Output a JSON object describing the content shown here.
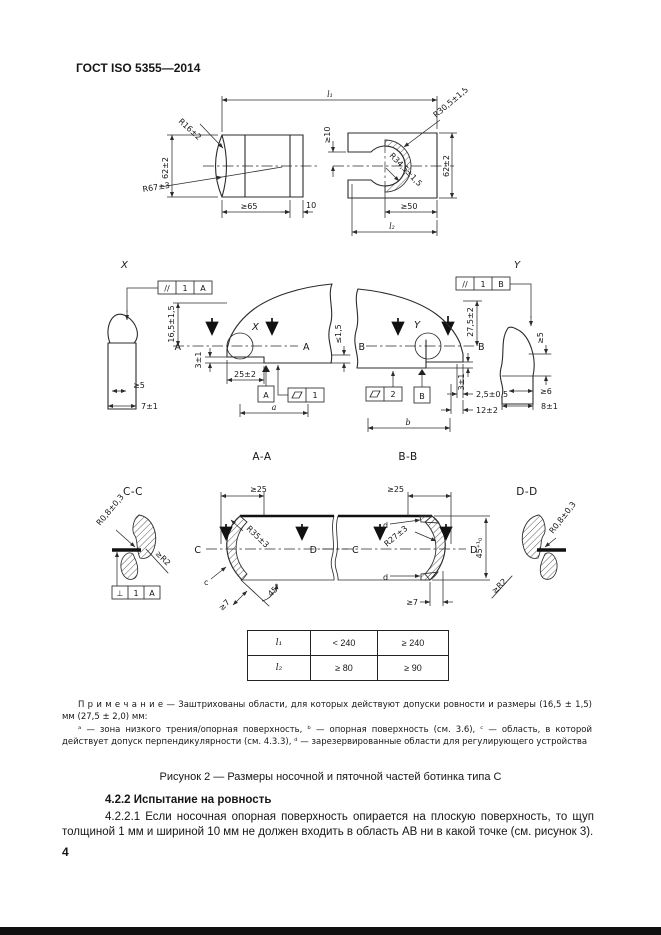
{
  "header": {
    "title": "ГОСТ ISO 5355—2014"
  },
  "figure": {
    "toe_plan": {
      "length": "l₁",
      "front_radius": "R16±2",
      "height": "62±2",
      "side_radius": "R67±3",
      "min_width": "≥65",
      "edge": "10"
    },
    "heel_plan": {
      "outer_radius": "R30,5±1,5",
      "inner_radius": "R34,5±1,5",
      "height": "62±2",
      "min_depth": "≥50",
      "length": "l₂",
      "slot": "≥10"
    },
    "toe_profile": {
      "title": "X",
      "gdt": [
        "//",
        "1",
        "A"
      ],
      "d1": "≥5",
      "d2": "7±1"
    },
    "toe_side": {
      "section_letter": "A",
      "detail_letter": "X",
      "lip_height": "16,5±1,5",
      "lip_length": "25±2",
      "step": "3±1",
      "datum": "A",
      "flatness_value": "1",
      "zone": "a",
      "sole_tol": "≤1,5"
    },
    "heel_side": {
      "section_letter": "B",
      "detail_letter": "Y",
      "lip_height": "27,5±2",
      "step": "3±1",
      "offset": "2,5±0,5",
      "length": "12±2",
      "flatness_value": "2",
      "datum": "B",
      "zone": "b"
    },
    "heel_profile": {
      "title": "Y",
      "gdt": [
        "//",
        "1",
        "B"
      ],
      "d1": "≥5",
      "d2": "≥6",
      "d3": "8±1"
    },
    "section_aa": {
      "title": "A-A",
      "width": "≥25",
      "radius": "R35±3",
      "angle": "45°",
      "chamfer": "≥7",
      "letter": "C",
      "zone": "c"
    },
    "section_bb": {
      "title": "B-B",
      "width": "≥25",
      "radius": "R27±3",
      "angle": "45⁺¹₀",
      "chamfer": "≥7",
      "letter": "D",
      "zone": "d"
    },
    "section_cc": {
      "title": "C-C",
      "corner_radius": "R0,8±0,3",
      "edge_radius": "≥R2",
      "gdt": [
        "⊥",
        "1",
        "A"
      ]
    },
    "section_dd": {
      "title": "D-D",
      "corner_radius": "R0,8±0,3",
      "edge_radius": "≥R2"
    }
  },
  "table": {
    "rows": [
      [
        "l₁",
        "< 240",
        "≥ 240"
      ],
      [
        "l₂",
        "≥ 80",
        "≥ 90"
      ]
    ]
  },
  "note": {
    "line1": "П р и м е ч а н и е — Заштрихованы области, для которых действуют допуски ровности и размеры (16,5 ± 1,5) мм (27,5 ± 2,0) мм:",
    "line2": "ᵃ — зона низкого трения/опорная поверхность, ᵇ — опорная поверхность (см. 3.6), ᶜ — область, в которой действует допуск перпендикулярности (см. 4.3.3), ᵈ — зарезервированные области для регулирующего устройства"
  },
  "caption": "Рисунок 2 — Размеры носочной и пяточной частей ботинка типа С",
  "section": {
    "heading": "4.2.2 Испытание на ровность",
    "body": "4.2.2.1 Если носочная опорная поверхность опирается на плоскую поверхность, то щуп толщиной 1 мм и шириной 10 мм не должен входить в область АВ ни в какой точке (см. рисунок 3)."
  },
  "page_number": "4"
}
